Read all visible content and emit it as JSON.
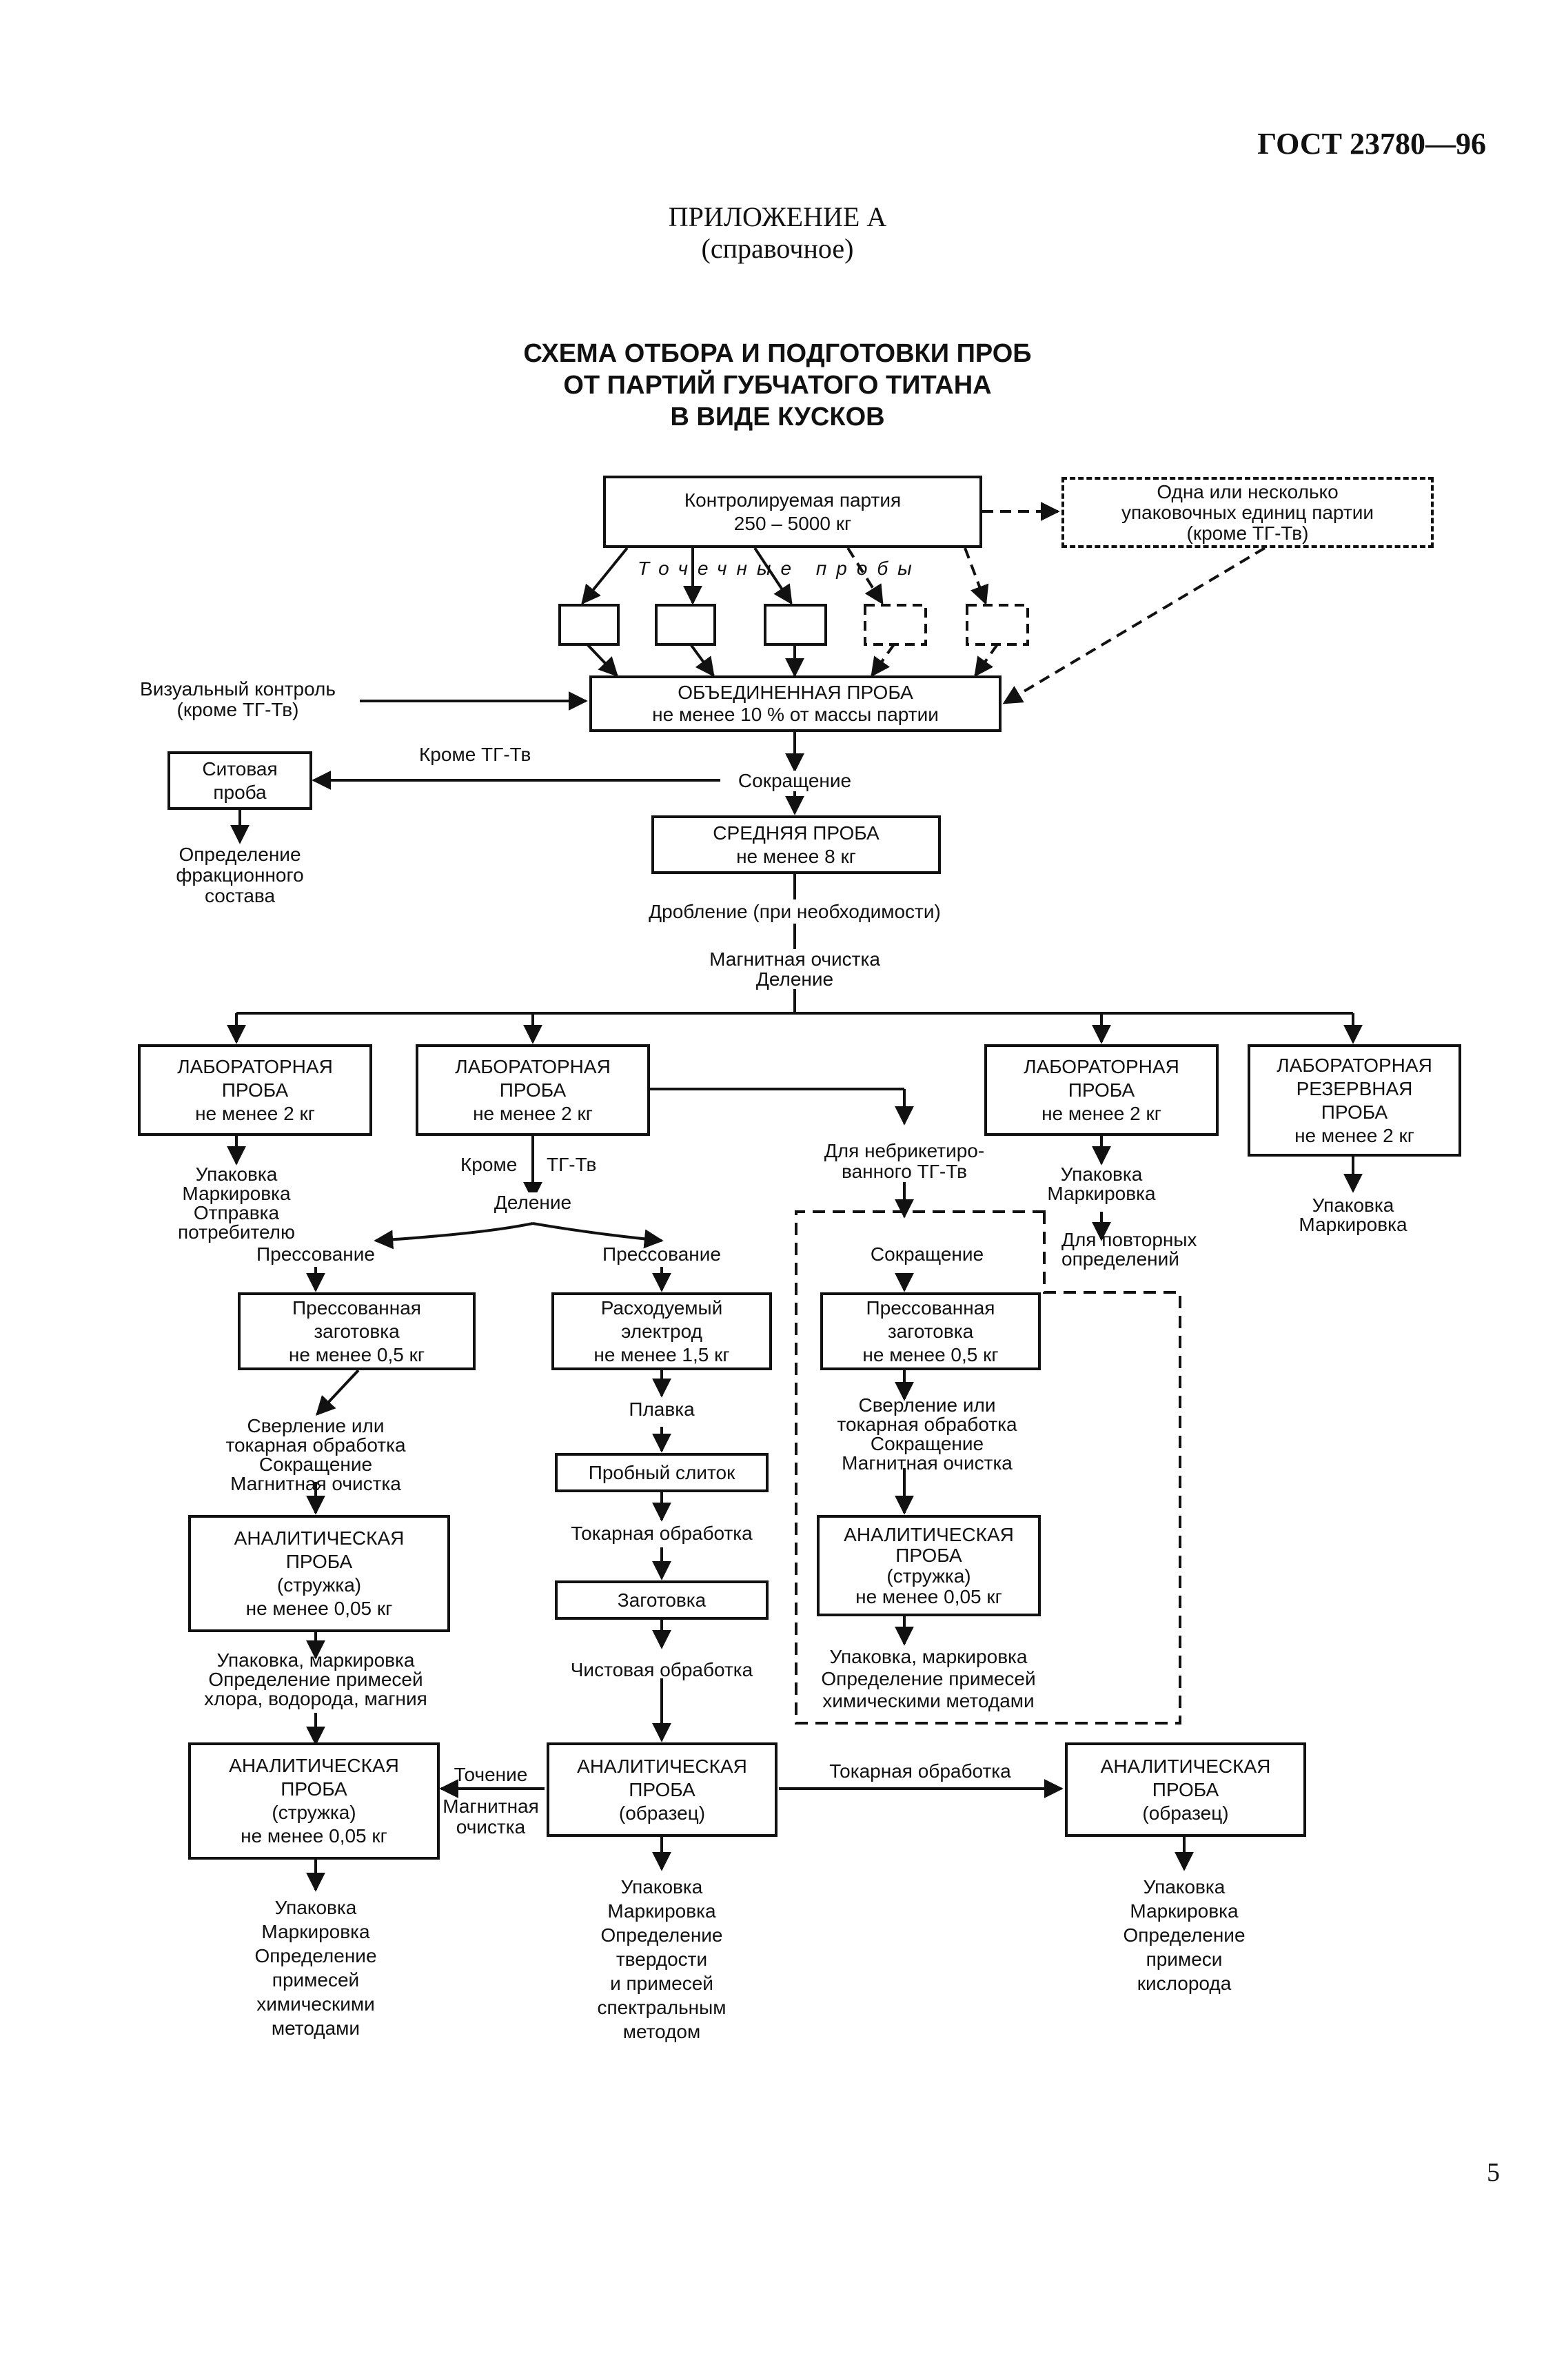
{
  "header": {
    "standard": "ГОСТ 23780—96",
    "appendix": "ПРИЛОЖЕНИЕ А",
    "appendix_type": "(справочное)",
    "title_lines": [
      "СХЕМА ОТБОРА И ПОДГОТОВКИ ПРОБ",
      "ОТ ПАРТИЙ ГУБЧАТОГО ТИТАНА",
      "В ВИДЕ КУСКОВ"
    ]
  },
  "page_number": "5",
  "boxes": {
    "lot": [
      "Контролируемая партия",
      "250 – 5000 кг"
    ],
    "units": [
      "Одна или несколько",
      "упаковочных единиц партии",
      "(кроме ТГ-Тв)"
    ],
    "combined": [
      "ОБЪЕДИНЕННАЯ ПРОБА",
      "не менее 10 % от массы партии"
    ],
    "sieve": [
      "Ситовая",
      "проба"
    ],
    "average": [
      "СРЕДНЯЯ ПРОБА",
      "не менее 8 кг"
    ],
    "lab1": [
      "ЛАБОРАТОРНАЯ",
      "ПРОБА",
      "не менее 2 кг"
    ],
    "lab2": [
      "ЛАБОРАТОРНАЯ",
      "ПРОБА",
      "не менее 2 кг"
    ],
    "lab3": [
      "ЛАБОРАТОРНАЯ",
      "ПРОБА",
      "не менее 2 кг"
    ],
    "lab_reserve": [
      "ЛАБОРАТОРНАЯ",
      "РЕЗЕРВНАЯ",
      "ПРОБА",
      "не менее 2 кг"
    ],
    "pressed1": [
      "Прессованная",
      "заготовка",
      "не менее 0,5 кг"
    ],
    "electrode": [
      "Расходуемый",
      "электрод",
      "не менее 1,5 кг"
    ],
    "pressed2": [
      "Прессованная",
      "заготовка",
      "не менее 0,5 кг"
    ],
    "ingot": [
      "Пробный слиток"
    ],
    "blank": [
      "Заготовка"
    ],
    "analytic1": [
      "АНАЛИТИЧЕСКАЯ",
      "ПРОБА",
      "(стружка)",
      "не менее 0,05 кг"
    ],
    "analytic2": [
      "АНАЛИТИЧЕСКАЯ",
      "ПРОБА",
      "(стружка)",
      "не менее 0,05 кг"
    ],
    "analytic3": [
      "АНАЛИТИЧЕСКАЯ",
      "ПРОБА",
      "(стружка)",
      "не менее 0,05 кг"
    ],
    "analytic_sample": [
      "АНАЛИТИЧЕСКАЯ",
      "ПРОБА",
      "(образец)"
    ],
    "analytic_sample2": [
      "АНАЛИТИЧЕСКАЯ",
      "ПРОБА",
      "(образец)"
    ]
  },
  "labels": {
    "point_samples": "Точечные пробы",
    "visual": [
      "Визуальный контроль",
      "(кроме ТГ-Тв)"
    ],
    "except_tgtv": "Кроме ТГ-Тв",
    "reduction": "Сокращение",
    "fraction": [
      "Определение",
      "фракционного",
      "состава"
    ],
    "crushing": "Дробление (при необходимости)",
    "magnetic_division": [
      "Магнитная очистка",
      "Деление"
    ],
    "lab1_after": [
      "Упаковка",
      "Маркировка",
      "Отправка",
      "потребителю"
    ],
    "except": "Кроме",
    "tgtv": "ТГ-Тв",
    "division": "Деление",
    "non_briquetted": [
      "Для небрикетиро-",
      "ванного ТГ-Тв"
    ],
    "lab3_after": [
      "Упаковка",
      "Маркировка"
    ],
    "repeat": [
      "Для повторных",
      "определений"
    ],
    "reserve_after": [
      "Упаковка",
      "Маркировка"
    ],
    "pressing_left": "Прессование",
    "pressing_right": "Прессование",
    "reduction2": "Сокращение",
    "drilling1": [
      "Сверление или",
      "токарная обработка",
      "Сокращение",
      "Магнитная очистка"
    ],
    "melting": "Плавка",
    "drilling2": [
      "Сверление или",
      "токарная обработка",
      "Сокращение",
      "Магнитная очистка"
    ],
    "turning1": "Токарная обработка",
    "finishing": "Чистовая обработка",
    "a1_after": [
      "Упаковка, маркировка",
      "Определение примесей",
      "хлора, водорода, магния"
    ],
    "a3_after": [
      "Упаковка, маркировка",
      "Определение примесей",
      "химическими методами"
    ],
    "turning_point": "Точение",
    "magnetic_cleaning": [
      "Магнитная",
      "очистка"
    ],
    "turning2": "Токарная обработка",
    "a2_after": [
      "Упаковка",
      "Маркировка",
      "Определение",
      "примесей",
      "химическими",
      "методами"
    ],
    "sample_after": [
      "Упаковка",
      "Маркировка",
      "Определение",
      "твердости",
      "и примесей",
      "спектральным",
      "методом"
    ],
    "sample2_after": [
      "Упаковка",
      "Маркировка",
      "Определение",
      "примеси",
      "кислорода"
    ]
  }
}
